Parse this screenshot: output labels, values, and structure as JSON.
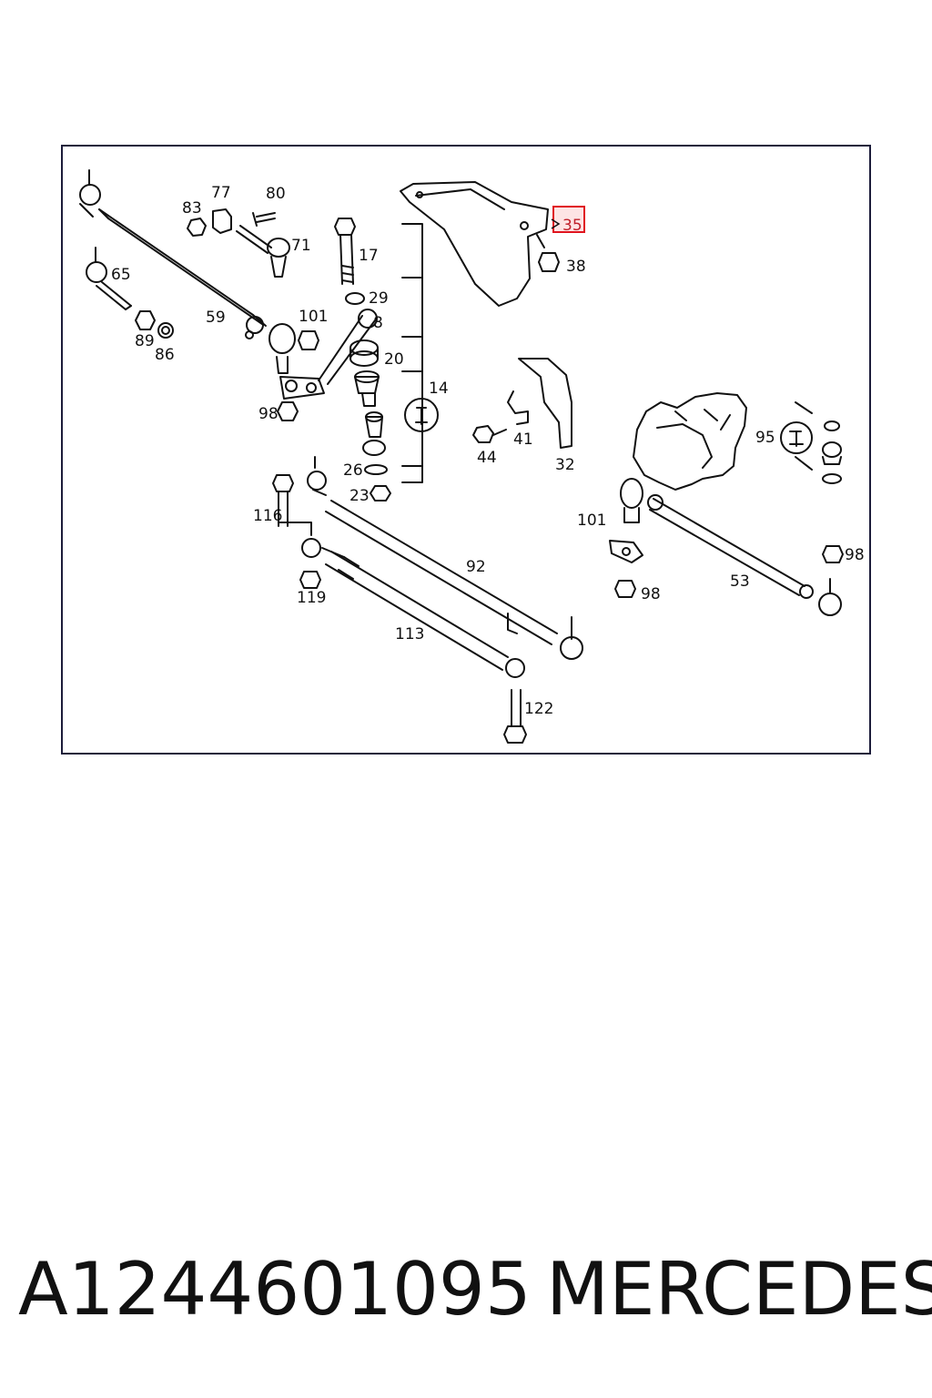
{
  "diagram": {
    "labels": {
      "p14": "14",
      "p17": "17",
      "p20": "20",
      "p23": "23",
      "p26": "26",
      "p29": "29",
      "p32": "32",
      "p35": "35",
      "p38": "38",
      "p41": "41",
      "p44": "44",
      "p53": "53",
      "p59": "59",
      "p65": "65",
      "p71": "71",
      "p77": "77",
      "p8": "8",
      "p80": "80",
      "p83": "83",
      "p86": "86",
      "p89": "89",
      "p92": "92",
      "p95": "95",
      "p98a": "98",
      "p98b": "98",
      "p98c": "98",
      "p101a": "101",
      "p101b": "101",
      "p113": "113",
      "p116": "116",
      "p119": "119",
      "p122": "122"
    },
    "highlighted_part": "35",
    "colors": {
      "line": "#111111",
      "highlight": "#e0141e",
      "highlight_fill": "#fde4e4"
    }
  },
  "caption": {
    "part_number": "A1244601095",
    "brand": "MERCEDES"
  }
}
